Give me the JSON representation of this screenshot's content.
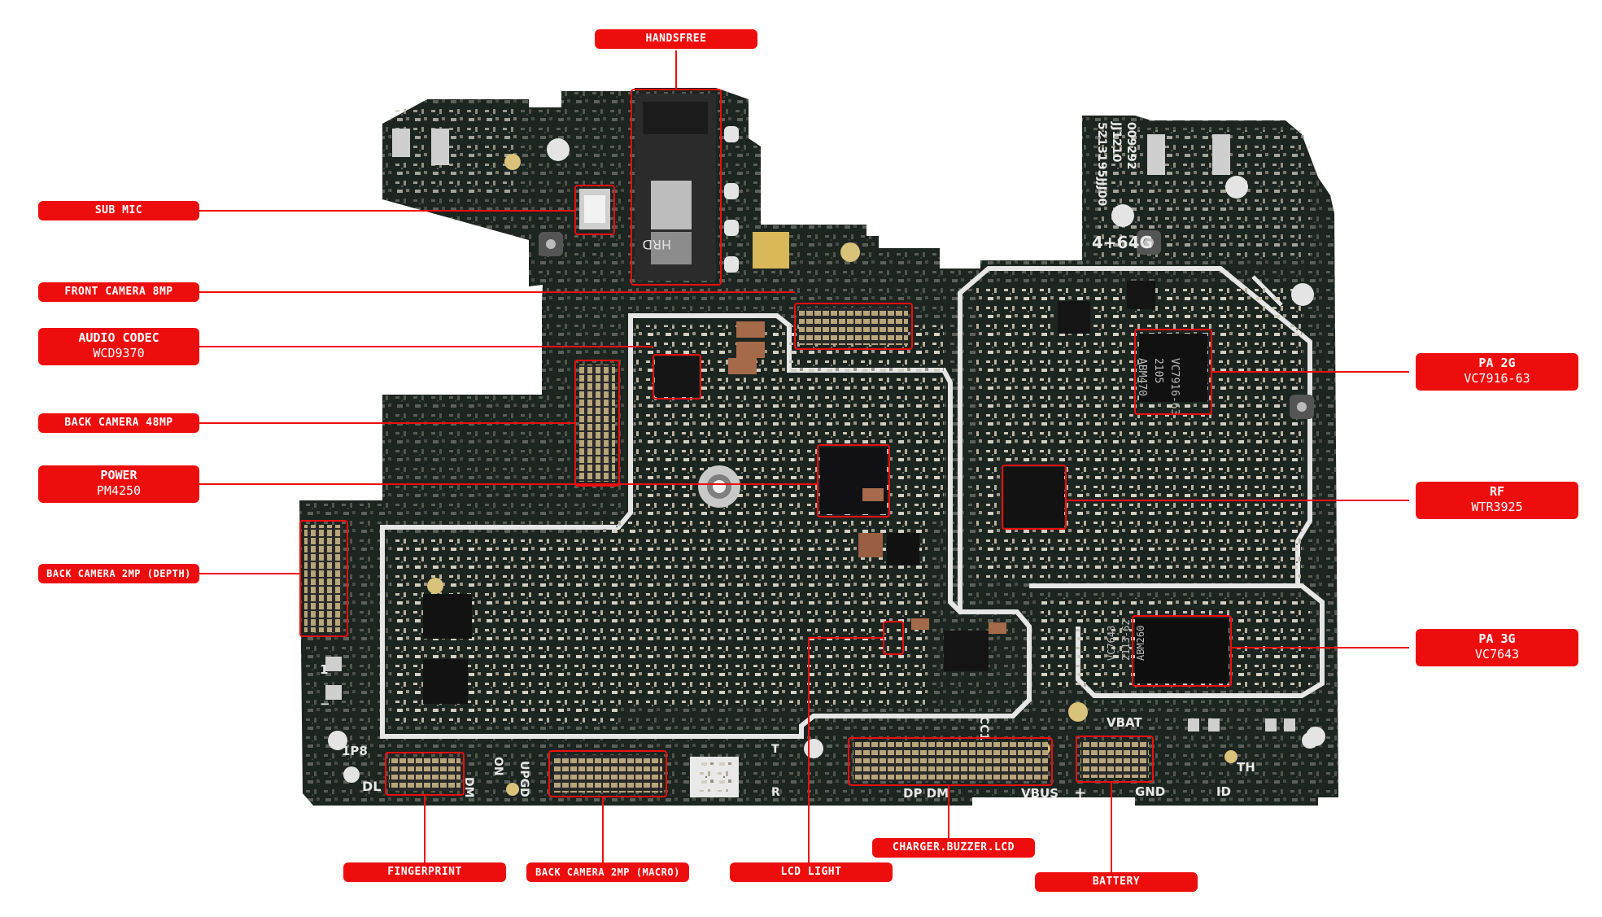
{
  "labels": {
    "handsfree": "HANDSFREE",
    "sub_mic": "SUB MIC",
    "front_camera": "FRONT CAMERA 8MP",
    "audio_codec": "AUDIO CODEC",
    "audio_codec_part": "WCD9370",
    "back_camera_48": "BACK CAMERA 48MP",
    "power": "POWER",
    "power_part": "PM4250",
    "back_camera_depth": "BACK CAMERA 2MP (DEPTH)",
    "fingerprint": "FINGERPRINT",
    "back_camera_macro": "BACK CAMERA 2MP (MACRO)",
    "lcd_light": "LCD LIGHT",
    "charger": "CHARGER.BUZZER.LCD",
    "battery": "BATTERY",
    "pa2g": "PA 2G",
    "pa2g_part": "VC7916-63",
    "rf": "RF",
    "rf_part": "WTR3925",
    "pa3g": "PA 3G",
    "pa3g_part": "VC7643"
  },
  "silkscreen": {
    "hrd": "HRD",
    "ram": "4+64G",
    "serial1": "5213195JJJ00",
    "serial2": "JJ1210",
    "serial3": "009292",
    "chip_pa2g_1": "VC7916-63",
    "chip_pa2g_2": "2105",
    "chip_pa2g_3": "ABM470",
    "chip_pa3g_1": "VC7643",
    "chip_pa3g_2": "2113-62",
    "chip_pa3g_3": "ABM260",
    "ip8": "1P8",
    "dl": "DL",
    "dm": "DM",
    "on": "ON",
    "upgd": "UPGD",
    "t": "T",
    "r": "R",
    "dp_dm": "DP DM",
    "vbus": "VBUS",
    "vbat": "VBAT",
    "plus": "+",
    "gnd": "GND",
    "id": "ID",
    "th": "TH",
    "cc1": "CC1",
    "one": "1",
    "minus": "−"
  },
  "colors": {
    "label_bg": "#ee0d0d",
    "label_text": "#ffffff",
    "board": "#1d2521",
    "trace": "#e6e6e6",
    "highlight": "#ee0d0d"
  }
}
